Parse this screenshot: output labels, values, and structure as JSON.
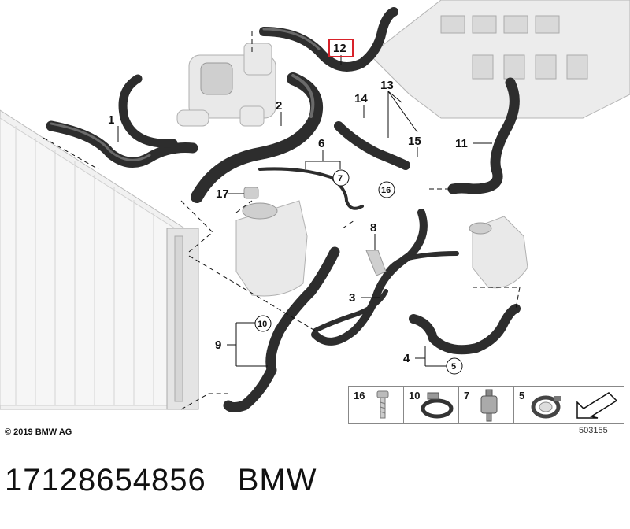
{
  "diagram": {
    "callouts": [
      "1",
      "2",
      "3",
      "4",
      "6",
      "8",
      "9",
      "11",
      "12",
      "13",
      "14",
      "15",
      "17"
    ],
    "circled_callouts": [
      "5",
      "7",
      "10",
      "16"
    ],
    "highlighted_callout": "12",
    "highlight_color": "#d8222a"
  },
  "legend": {
    "items": [
      {
        "num": "16",
        "icon": "screw-icon"
      },
      {
        "num": "10",
        "icon": "hose-clamp-icon"
      },
      {
        "num": "7",
        "icon": "clip-connector-icon"
      },
      {
        "num": "5",
        "icon": "spring-clamp-icon"
      },
      {
        "num": "",
        "icon": "arrow-icon"
      }
    ]
  },
  "copyright": "© 2019 BMW AG",
  "figure_number": "503155",
  "caption": {
    "part_number": "17128654856",
    "brand": "BMW"
  }
}
